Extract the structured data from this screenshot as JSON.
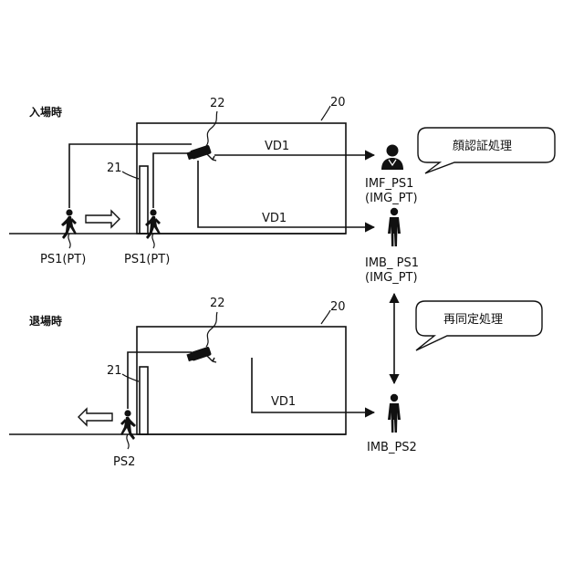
{
  "labels": {
    "entry_header": "入場時",
    "exit_header": "退場時",
    "top": {
      "camera_ref": "22",
      "area_ref": "20",
      "gate_ref": "21",
      "video_upper": "VD1",
      "video_lower": "VD1",
      "person_outside": "PS1(PT)",
      "person_at_gate": "PS1(PT)",
      "face_image_line1": "IMF_PS1",
      "face_image_line2": "(IMG_PT)",
      "body_image_line1": "IMB_ PS1",
      "body_image_line2": "(IMG_PT)",
      "callout": "顔認証処理"
    },
    "bottom": {
      "camera_ref": "22",
      "area_ref": "20",
      "gate_ref": "21",
      "video": "VD1",
      "person_exiting": "PS2",
      "body_image": "IMB_PS2",
      "callout": "再同定処理"
    }
  },
  "colors": {
    "line": "#111111",
    "background": "#ffffff"
  }
}
